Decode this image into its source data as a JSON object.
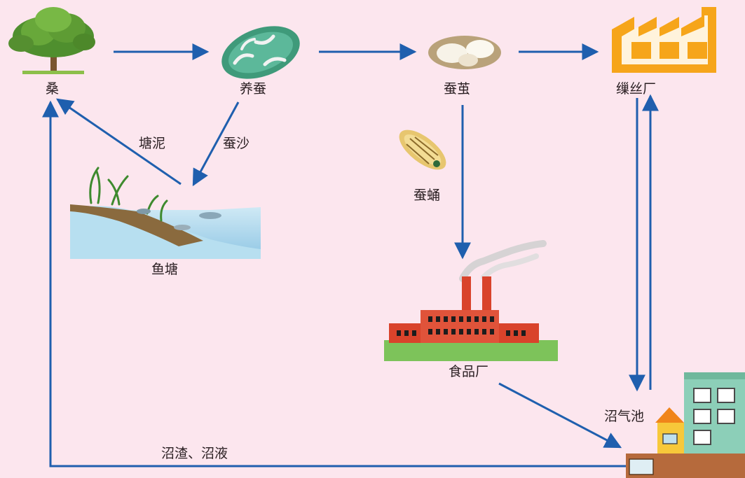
{
  "diagram": {
    "nodes": {
      "mulberry": "桑",
      "silkworm": "养蚕",
      "cocoon": "蚕茧",
      "silk_factory": "缫丝厂",
      "fish_pond": "鱼塘",
      "pupa": "蚕蛹",
      "food_factory": "食品厂",
      "biogas": "沼气池"
    },
    "edge_labels": {
      "pond_mud": "塘泥",
      "silkworm_dung": "蚕沙",
      "biogas_residue": "沼渣、沼液"
    },
    "colors": {
      "background": "#fce6ee",
      "arrow": "#1f5fae",
      "factory_orange": "#f6a51a",
      "food_factory_red": "#d9432b"
    }
  }
}
